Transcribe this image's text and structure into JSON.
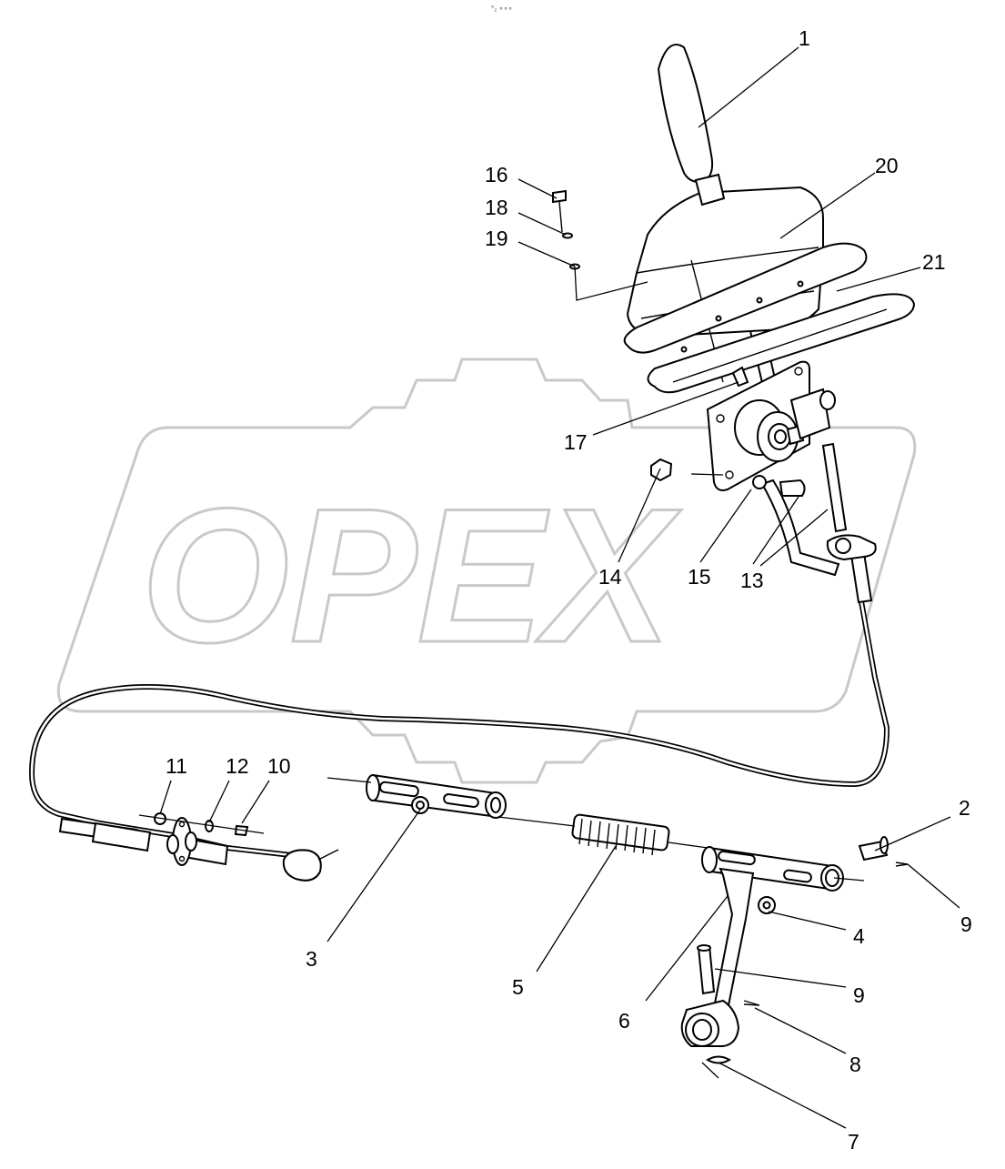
{
  "watermark": {
    "text": "OPEX"
  },
  "top_note": "°₂ ∘∘∘",
  "callouts": [
    {
      "id": "c1",
      "label": "1"
    },
    {
      "id": "c2",
      "label": "2"
    },
    {
      "id": "c3",
      "label": "3"
    },
    {
      "id": "c4",
      "label": "4"
    },
    {
      "id": "c5",
      "label": "5"
    },
    {
      "id": "c6",
      "label": "6"
    },
    {
      "id": "c7",
      "label": "7"
    },
    {
      "id": "c8",
      "label": "8"
    },
    {
      "id": "c9a",
      "label": "9"
    },
    {
      "id": "c9b",
      "label": "9"
    },
    {
      "id": "c10",
      "label": "10"
    },
    {
      "id": "c11",
      "label": "11"
    },
    {
      "id": "c12",
      "label": "12"
    },
    {
      "id": "c13",
      "label": "13"
    },
    {
      "id": "c14",
      "label": "14"
    },
    {
      "id": "c15",
      "label": "15"
    },
    {
      "id": "c16",
      "label": "16"
    },
    {
      "id": "c17",
      "label": "17"
    },
    {
      "id": "c18",
      "label": "18"
    },
    {
      "id": "c19",
      "label": "19"
    },
    {
      "id": "c20",
      "label": "20"
    },
    {
      "id": "c21",
      "label": "21"
    }
  ]
}
